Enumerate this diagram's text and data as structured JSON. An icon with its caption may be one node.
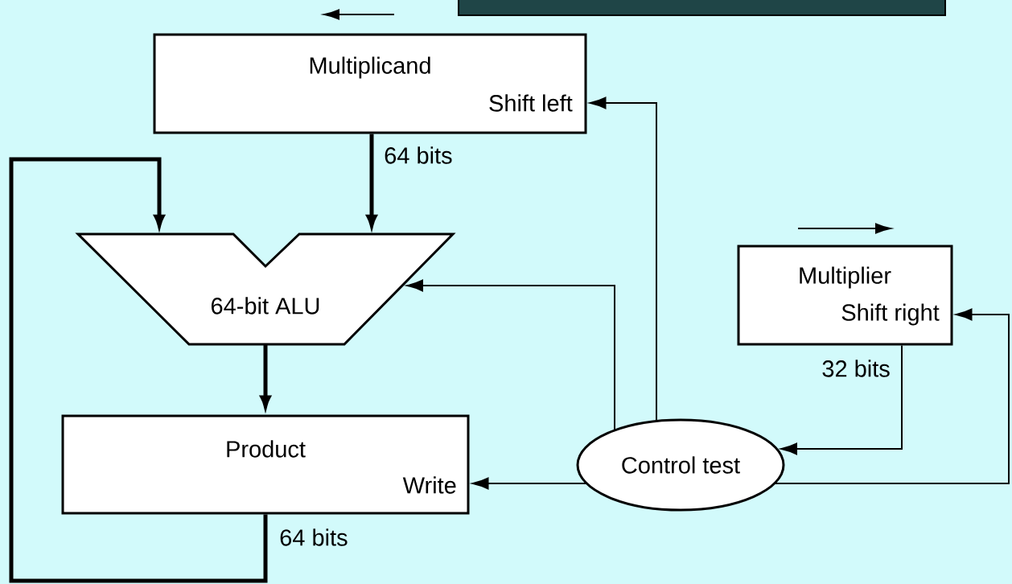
{
  "diagram": {
    "nodes": [
      {
        "text": [
          "Multiplicand",
          "Shift left"
        ]
      },
      {
        "text": [
          "64-bit ALU"
        ]
      },
      {
        "text": [
          "Product",
          "Write"
        ]
      },
      {
        "text": [
          "Multiplier",
          "Shift right"
        ]
      },
      {
        "text": [
          "Control test"
        ]
      },
      {
        "text": [],
        "shape": "bar"
      }
    ],
    "edges": [
      {
        "from": 0,
        "to": 1,
        "arrow": "to",
        "label": "64 bits",
        "style": "thick"
      },
      {
        "from": 1,
        "to": 2,
        "arrow": "to",
        "style": "thick"
      },
      {
        "from": 2,
        "to": 1,
        "arrow": "to",
        "label": "64 bits",
        "style": "thick"
      },
      {
        "from": 4,
        "to": 0,
        "arrow": "to"
      },
      {
        "from": 4,
        "to": 1,
        "arrow": "to"
      },
      {
        "from": 4,
        "to": 2,
        "arrow": "to"
      },
      {
        "from": 3,
        "to": 4,
        "arrow": "to",
        "label": "32 bits"
      },
      {
        "from": 4,
        "to": 3,
        "arrow": "to"
      }
    ]
  }
}
